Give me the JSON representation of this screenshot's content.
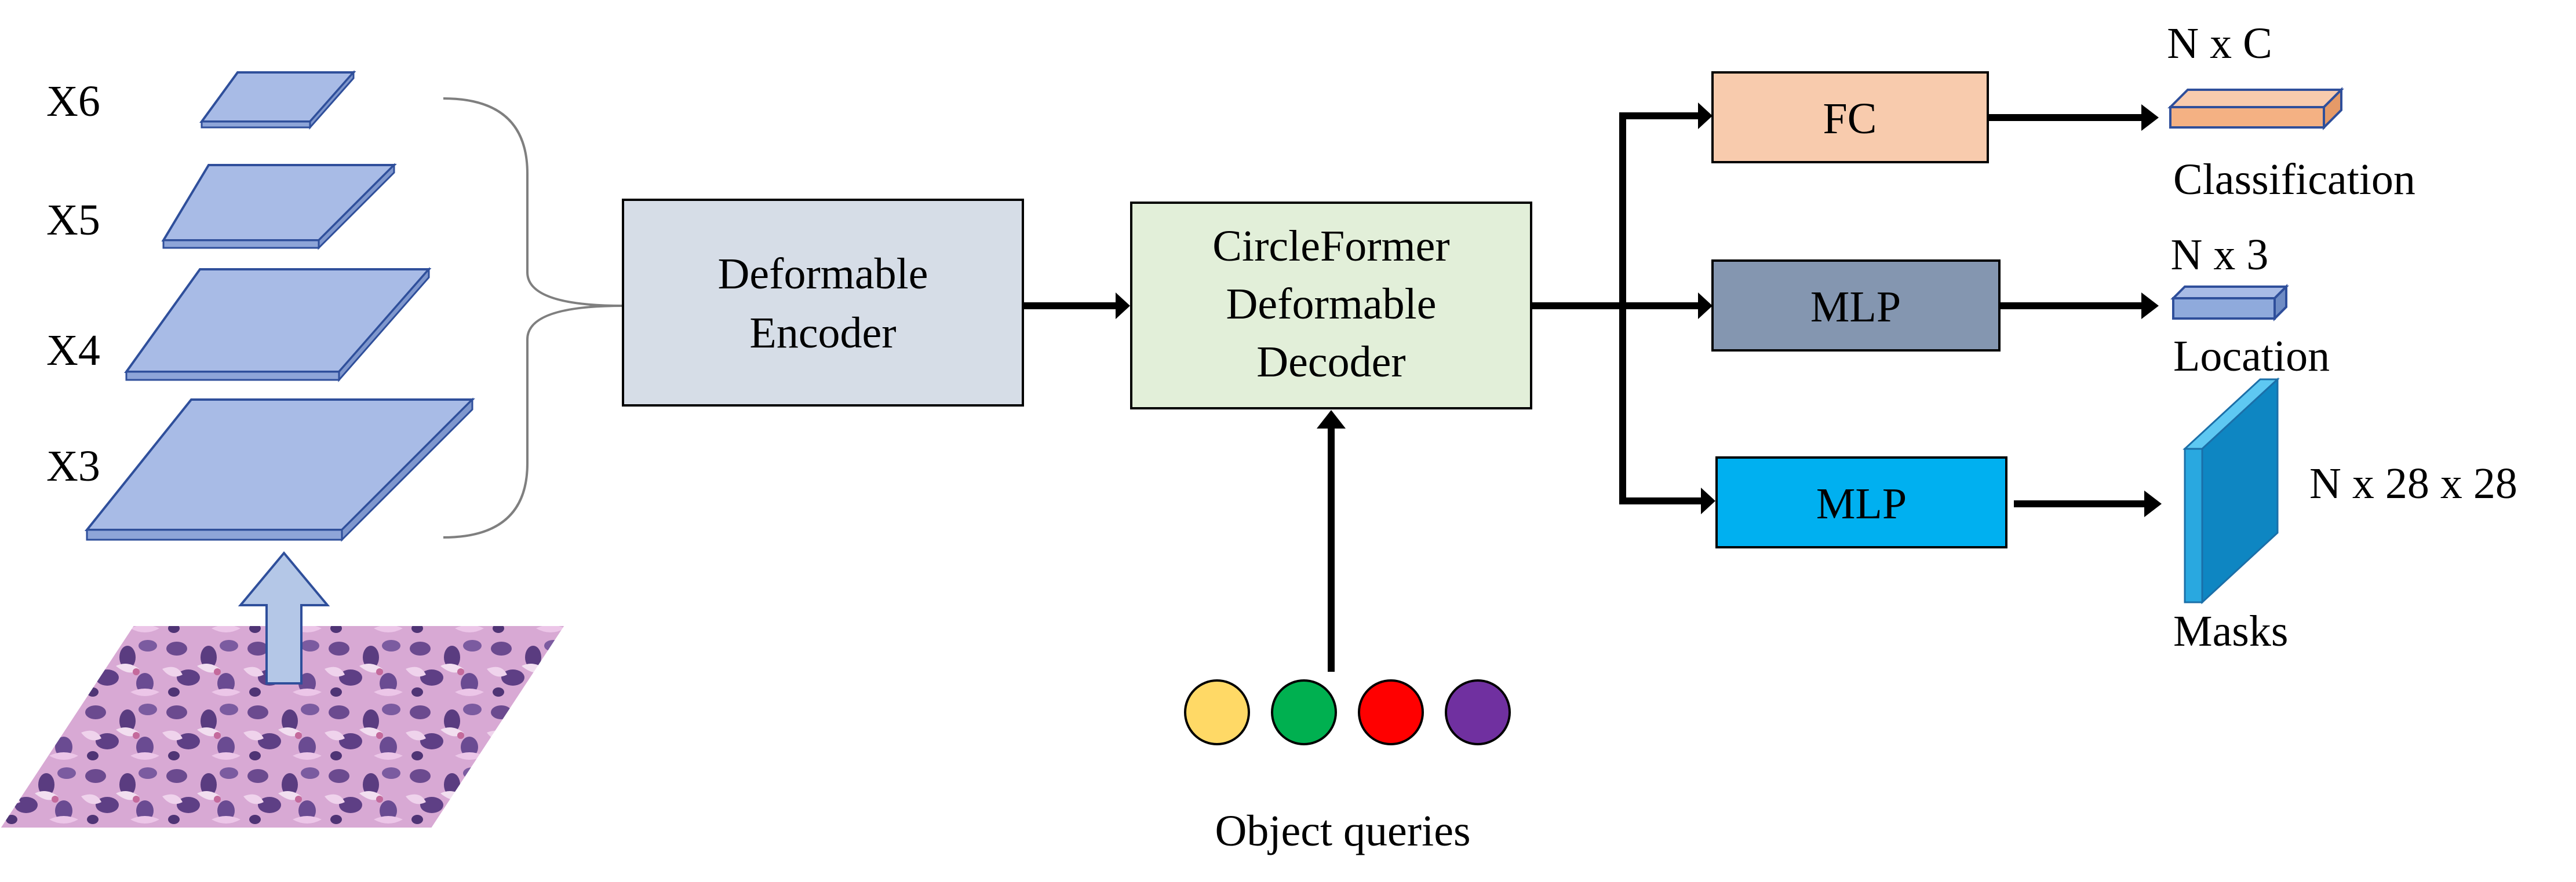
{
  "colors": {
    "level_fill": "#a8bbe6",
    "level_stroke": "#2f4f9b",
    "encoder_fill": "#d6dde7",
    "decoder_fill": "#e2efd9",
    "fc_fill": "#f8cbad",
    "mlp_location_fill": "#8496b0",
    "mlp_mask_fill": "#00b0f0",
    "output_classification_fill": "#f4b183",
    "output_location_fill": "#8faadc",
    "output_mask_front": "#29a8e0",
    "output_mask_side": "#0e86c2",
    "query_colors": [
      "#ffd966",
      "#00b050",
      "#ff0000",
      "#7030a0"
    ],
    "arrow": "#000000",
    "input_arrow_fill": "#b4c7e7"
  },
  "feature_levels": [
    {
      "label": "X6"
    },
    {
      "label": "X5"
    },
    {
      "label": "X4"
    },
    {
      "label": "X3"
    }
  ],
  "input_image": {
    "icon": "histology-tissue-image"
  },
  "encoder": {
    "line1": "Deformable",
    "line2": "Encoder"
  },
  "decoder": {
    "line1": "CircleFormer",
    "line2": "Deformable",
    "line3": "Decoder"
  },
  "object_queries": {
    "label": "Object queries",
    "count": 4
  },
  "heads": {
    "fc": {
      "label": "FC"
    },
    "mlp_location": {
      "label": "MLP"
    },
    "mlp_mask": {
      "label": "MLP"
    }
  },
  "outputs": {
    "classification": {
      "shape": "N x C",
      "label": "Classification"
    },
    "location": {
      "shape": "N x 3",
      "label": "Location"
    },
    "masks": {
      "shape": "N x 28 x 28",
      "label": "Masks"
    }
  }
}
